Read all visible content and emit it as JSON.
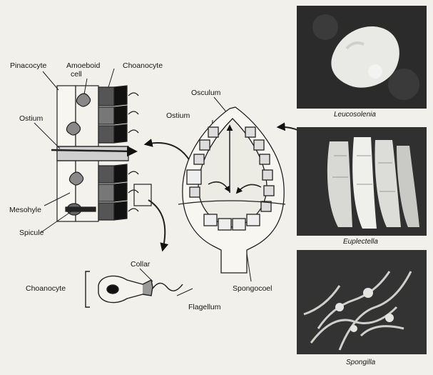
{
  "diagram": {
    "labels": {
      "pinacocyte": "Pinacocyte",
      "amoeboid_cell": "Amoeboid",
      "amoeboid_cell_2": "cell",
      "choanocyte_top": "Choanocyte",
      "ostium_left": "Ostium",
      "osculum": "Osculum",
      "ostium_right": "Ostium",
      "mesohyle": "Mesohyle",
      "spicule": "Spicule",
      "collar": "Collar",
      "choanocyte_bottom": "Choanocyte",
      "flagellum": "Flagellum",
      "spongocoel": "Spongocoel"
    },
    "photos": [
      {
        "caption": "Leucosolenia"
      },
      {
        "caption": "Euplectella"
      },
      {
        "caption": "Spongilla"
      }
    ]
  }
}
